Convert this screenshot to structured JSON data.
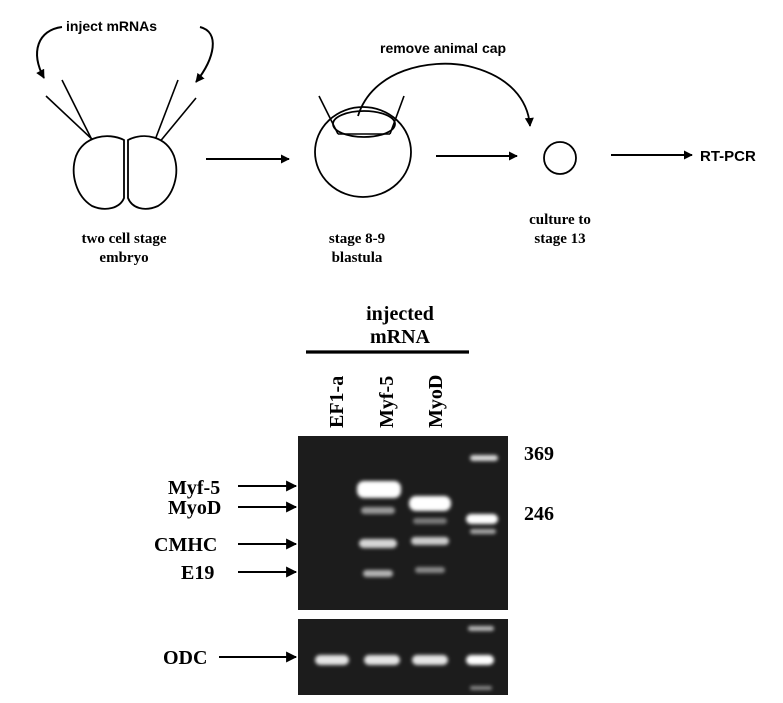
{
  "schematic": {
    "inject_label": "inject mRNAs",
    "remove_cap_label": "remove animal cap",
    "stage1_line1": "two cell stage",
    "stage1_line2": "embryo",
    "stage2_line1": "stage 8-9",
    "stage2_line2": "blastula",
    "stage3_line1": "culture to",
    "stage3_line2": "stage 13",
    "readout_label": "RT-PCR"
  },
  "gel": {
    "header_line1": "injected",
    "header_line2": "mRNA",
    "lanes": [
      "EF1-a",
      "Myf-5",
      "MyoD"
    ],
    "band_labels": [
      "Myf-5",
      "MyoD",
      "CMHC",
      "E19"
    ],
    "control_label": "ODC",
    "markers": [
      "369",
      "246"
    ],
    "colors": {
      "gel_background": "#1c1c1c",
      "band": "#ffffff",
      "ink": "#000000"
    }
  }
}
